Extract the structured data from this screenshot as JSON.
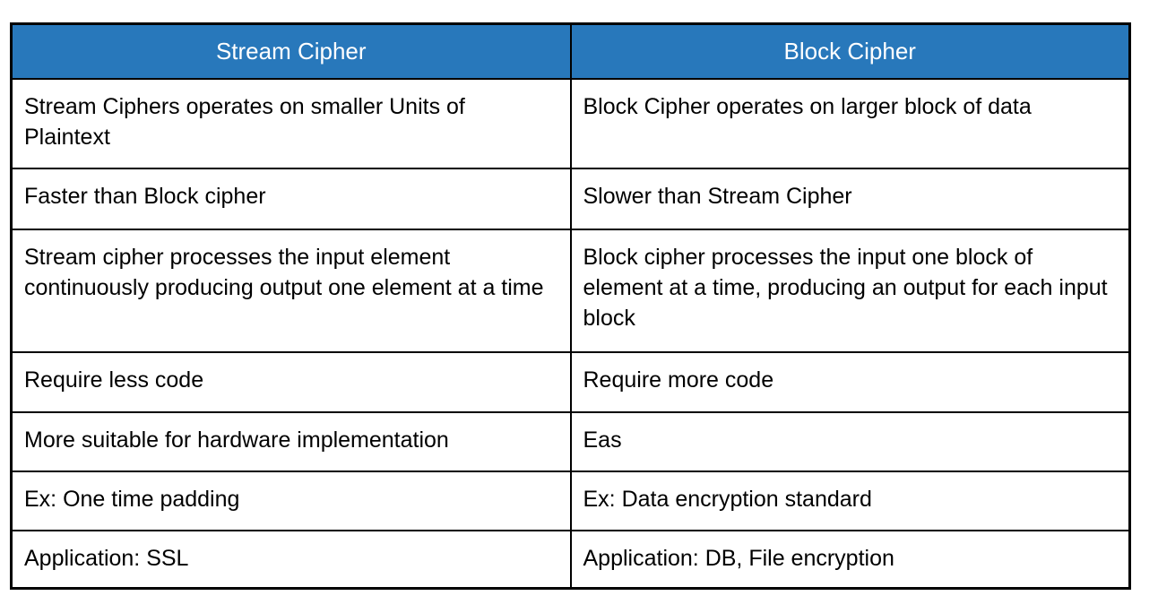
{
  "table": {
    "title": "Stream Cipher vs Block Cipher comparison table",
    "columns": [
      "Stream Cipher",
      "Block Cipher"
    ],
    "rows": [
      [
        "Stream Ciphers operates on smaller Units of Plaintext",
        "Block Cipher operates on larger block of data"
      ],
      [
        "Faster than Block cipher",
        "Slower than Stream Cipher"
      ],
      [
        "Stream cipher processes the input element continuously producing output one element at a time",
        "Block cipher processes the input one block of element at a time, producing an output for each input block"
      ],
      [
        "Require less code",
        "Require more code"
      ],
      [
        "More suitable for hardware implementation",
        "Eas"
      ],
      [
        "Ex: One time padding",
        "Ex: Data encryption standard"
      ],
      [
        "Application: SSL",
        "Application: DB, File encryption"
      ]
    ],
    "colors": {
      "header_bg": "#2878BB",
      "header_text": "#FFFFFF",
      "border": "#000000",
      "body_text": "#000000",
      "page_bg": "#FFFFFF"
    }
  }
}
